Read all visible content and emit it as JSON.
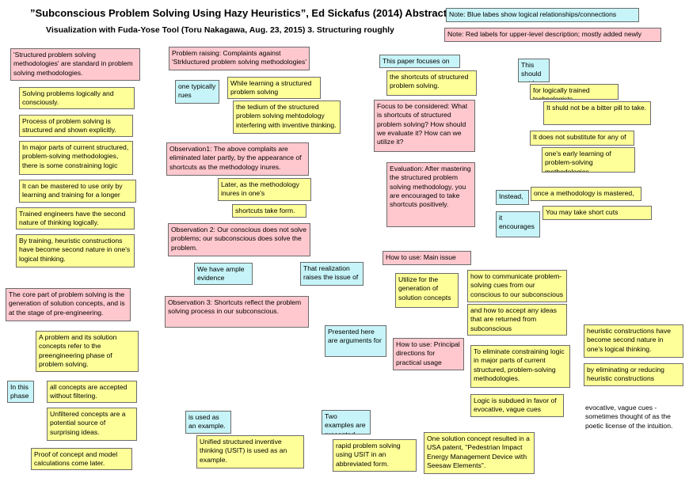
{
  "header": {
    "title": "”Subconscious Problem Solving Using Hazy Heuristics”,  Ed Sickafus   (2014)     Abstract",
    "subtitle": "Visualization with Fuda-Yose  Tool   (Toru Nakagawa, Aug.  23, 2015)    3.  Structuring roughly"
  },
  "cards": {
    "note_blue": "Note:  Blue labes show logical relationships/connections",
    "note_red": "Note:  Red labels for upper-level description; mostly added newly",
    "c1": "'Structured problem solving methodologies' are standard in problem solving methodologies.",
    "c2": "Solving problems logically and consciously.",
    "c3": "Process of problem solving is structured and shown explicitly.",
    "c4": "In major parts of current structured, problem-solving methodologies, there is some constraining logic",
    "c5": "It can be mastered to use only by learning and training for a longer time.",
    "c6": "Trained engineers have the second nature of thinking logically.",
    "c7": "By training, heuristic constructions have become second nature in one's logical thinking.",
    "c8": "Problem raising:  Complaints against 'Strkluctured problem solving methodologies'",
    "c9": "one typically rues",
    "c10": "While learning a structured problem solving methodology",
    "c11": "the tedium of the structured problem solving mehtodology interfering with inventive thinking.",
    "c12": "Observation1:  The above complaits are eliminated later partly, by the appearance of shortcuts as the methodology inures.",
    "c13": "Later, as the methodology inures in one's subconscious,",
    "c14": "shortcuts take form.",
    "c15": "Observation 2: Our conscious does not solve problems;  our subconscious does solve the problem.",
    "c16": "We have ample evidence",
    "c17": "That realization raises the issue of",
    "c18": "This paper focuses on",
    "c19": "the shortcuts of structured problem solving.",
    "c20": "Focus to be considered: What is shortcuts of structured problem solving? How should we evaluate it? How can we utilize it?",
    "c21": "Evaluation:   After mastering the structured problem solving methodology, you are encouraged to take shortcuts positively.",
    "c22": "This should not be",
    "c23": "for logically trained technologists",
    "c24": "It shuld not  be a bitter pill to take.",
    "c25": "It does not substitute for any of",
    "c26": "one's early learning of problem-solving methodologies.",
    "c27": "Instead,",
    "c28": "once a methodology is mastered,",
    "c29": "it encourages",
    "c30": "You may take short cuts",
    "c31": "How to use:  Main issue",
    "c32": "Utilize for the generation of solution concepts",
    "c33": "how to communicate problem-solving cues from our conscious to our subconscious",
    "c34": "and how to accept any ideas that are returned from subconscious",
    "c35": "heuristic constructions have become second nature in one's logical thinking.",
    "c36": "by eliminating or reducing heuristic constructions",
    "c37": "The core part of problem solving is the generation of solution concepts, and is at the stage of pre-engineering.",
    "c38": "Observation 3:  Shortcuts reflect the problem solving process in our subconscious.",
    "c39": "A problem and its solution concepts refer to the preengineering phase of problem solving.",
    "c40": "In this phase",
    "c41": "all concepts are accepted without filtering.",
    "c42": "Unfiltered concepts are a potential source of surprising ideas.",
    "c43": "Proof of concept and model calculations come later.",
    "c44": "Presented here are arguments for",
    "c45": "How to use: Principal directions for practical usage",
    "c46": "To eliminate constraining logic in major parts of current structured, problem-solving methodologies.",
    "c47": "Logic is subdued in favor of evocative, vague cues",
    "c48": "evocative, vague cues -  sometimes thought of as the poetic license of the intuition.",
    "c49": "is used as an example.",
    "c50": "Unified structured inventive thinking (USIT) is used as an example.",
    "c51": "Two examples are presented",
    "c52": "rapid problem solving using USIT in an abbreviated form.",
    "c53": "One solution concept resulted in a USA patent, \"Pedestrian Impact Energy Management Device with Seesaw Elements\"."
  }
}
